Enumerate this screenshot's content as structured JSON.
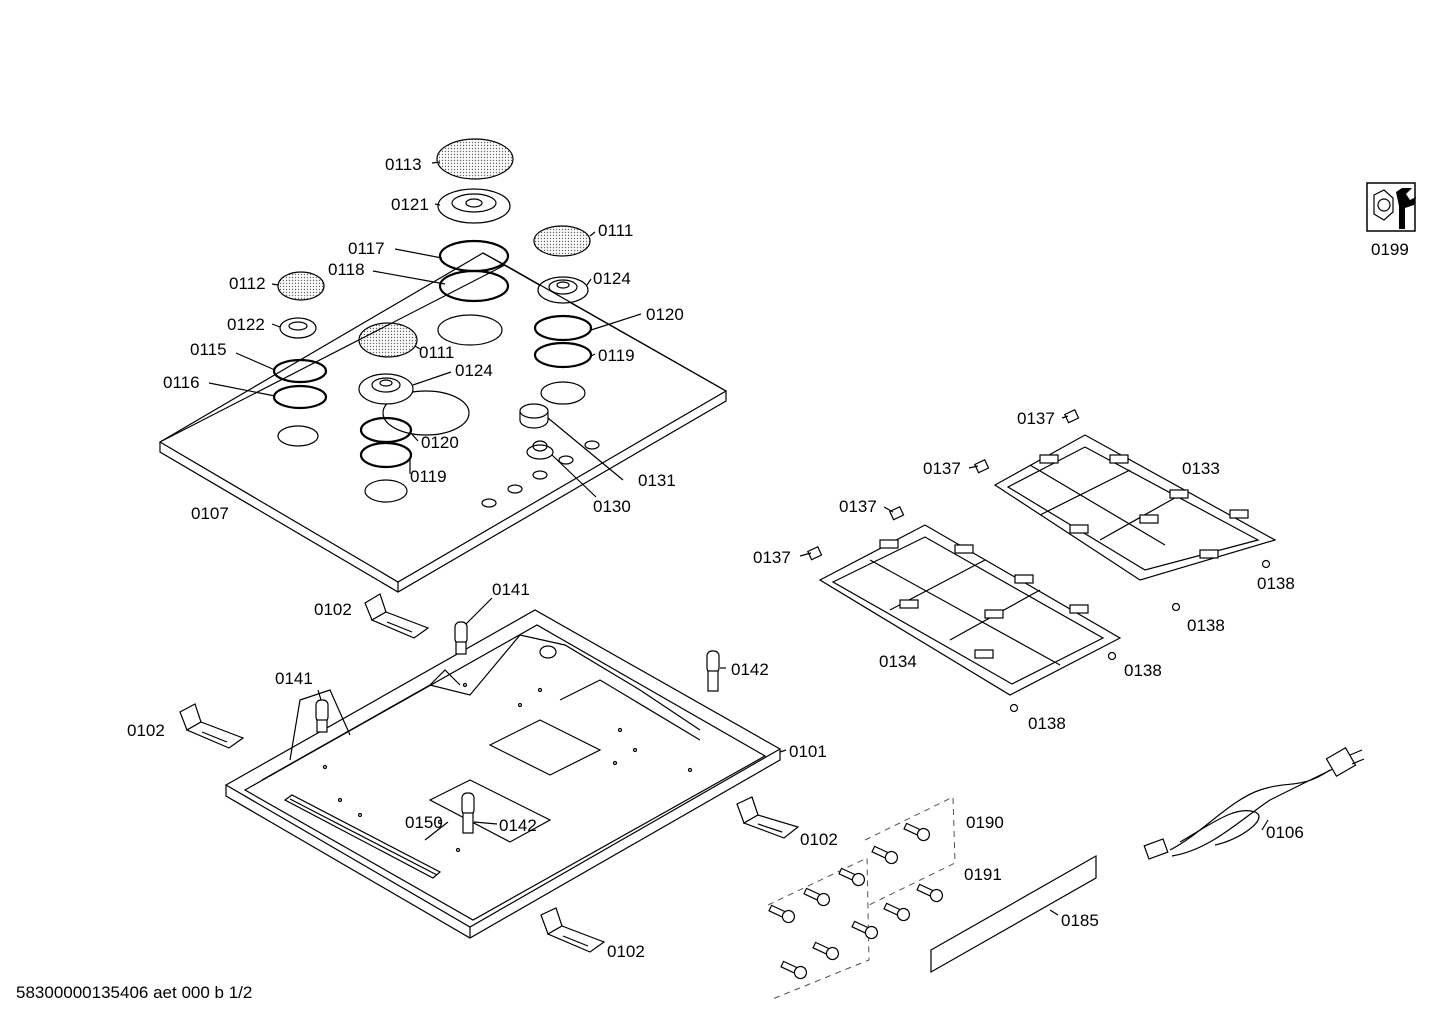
{
  "drawing_id": "58300000135406 aet 000 b 1/2",
  "service_icon": "wrench-nut-icon",
  "callouts": [
    {
      "id": "c0113",
      "text": "0113"
    },
    {
      "id": "c0121",
      "text": "0121"
    },
    {
      "id": "c0117",
      "text": "0117"
    },
    {
      "id": "c0118",
      "text": "0118"
    },
    {
      "id": "c0111a",
      "text": "0111"
    },
    {
      "id": "c0124a",
      "text": "0124"
    },
    {
      "id": "c0112",
      "text": "0112"
    },
    {
      "id": "c0120a",
      "text": "0120"
    },
    {
      "id": "c0122",
      "text": "0122"
    },
    {
      "id": "c0119a",
      "text": "0119"
    },
    {
      "id": "c0115",
      "text": "0115"
    },
    {
      "id": "c0111b",
      "text": "0111"
    },
    {
      "id": "c0124b",
      "text": "0124"
    },
    {
      "id": "c0116",
      "text": "0116"
    },
    {
      "id": "c0120b",
      "text": "0120"
    },
    {
      "id": "c0119b",
      "text": "0119"
    },
    {
      "id": "c0131",
      "text": "0131"
    },
    {
      "id": "c0130",
      "text": "0130"
    },
    {
      "id": "c0107",
      "text": "0107"
    },
    {
      "id": "c0199",
      "text": "0199"
    },
    {
      "id": "c0137a",
      "text": "0137"
    },
    {
      "id": "c0137b",
      "text": "0137"
    },
    {
      "id": "c0133",
      "text": "0133"
    },
    {
      "id": "c0137c",
      "text": "0137"
    },
    {
      "id": "c0137d",
      "text": "0137"
    },
    {
      "id": "c0138a",
      "text": "0138"
    },
    {
      "id": "c0138b",
      "text": "0138"
    },
    {
      "id": "c0138c",
      "text": "0138"
    },
    {
      "id": "c0138d",
      "text": "0138"
    },
    {
      "id": "c0134",
      "text": "0134"
    },
    {
      "id": "c0102a",
      "text": "0102"
    },
    {
      "id": "c0141a",
      "text": "0141"
    },
    {
      "id": "c0142a",
      "text": "0142"
    },
    {
      "id": "c0141b",
      "text": "0141"
    },
    {
      "id": "c0102b",
      "text": "0102"
    },
    {
      "id": "c0101",
      "text": "0101"
    },
    {
      "id": "c0150",
      "text": "0150"
    },
    {
      "id": "c0142b",
      "text": "0142"
    },
    {
      "id": "c0102c",
      "text": "0102"
    },
    {
      "id": "c0102d",
      "text": "0102"
    },
    {
      "id": "c0190",
      "text": "0190"
    },
    {
      "id": "c0191",
      "text": "0191"
    },
    {
      "id": "c0185",
      "text": "0185"
    },
    {
      "id": "c0106",
      "text": "0106"
    }
  ]
}
